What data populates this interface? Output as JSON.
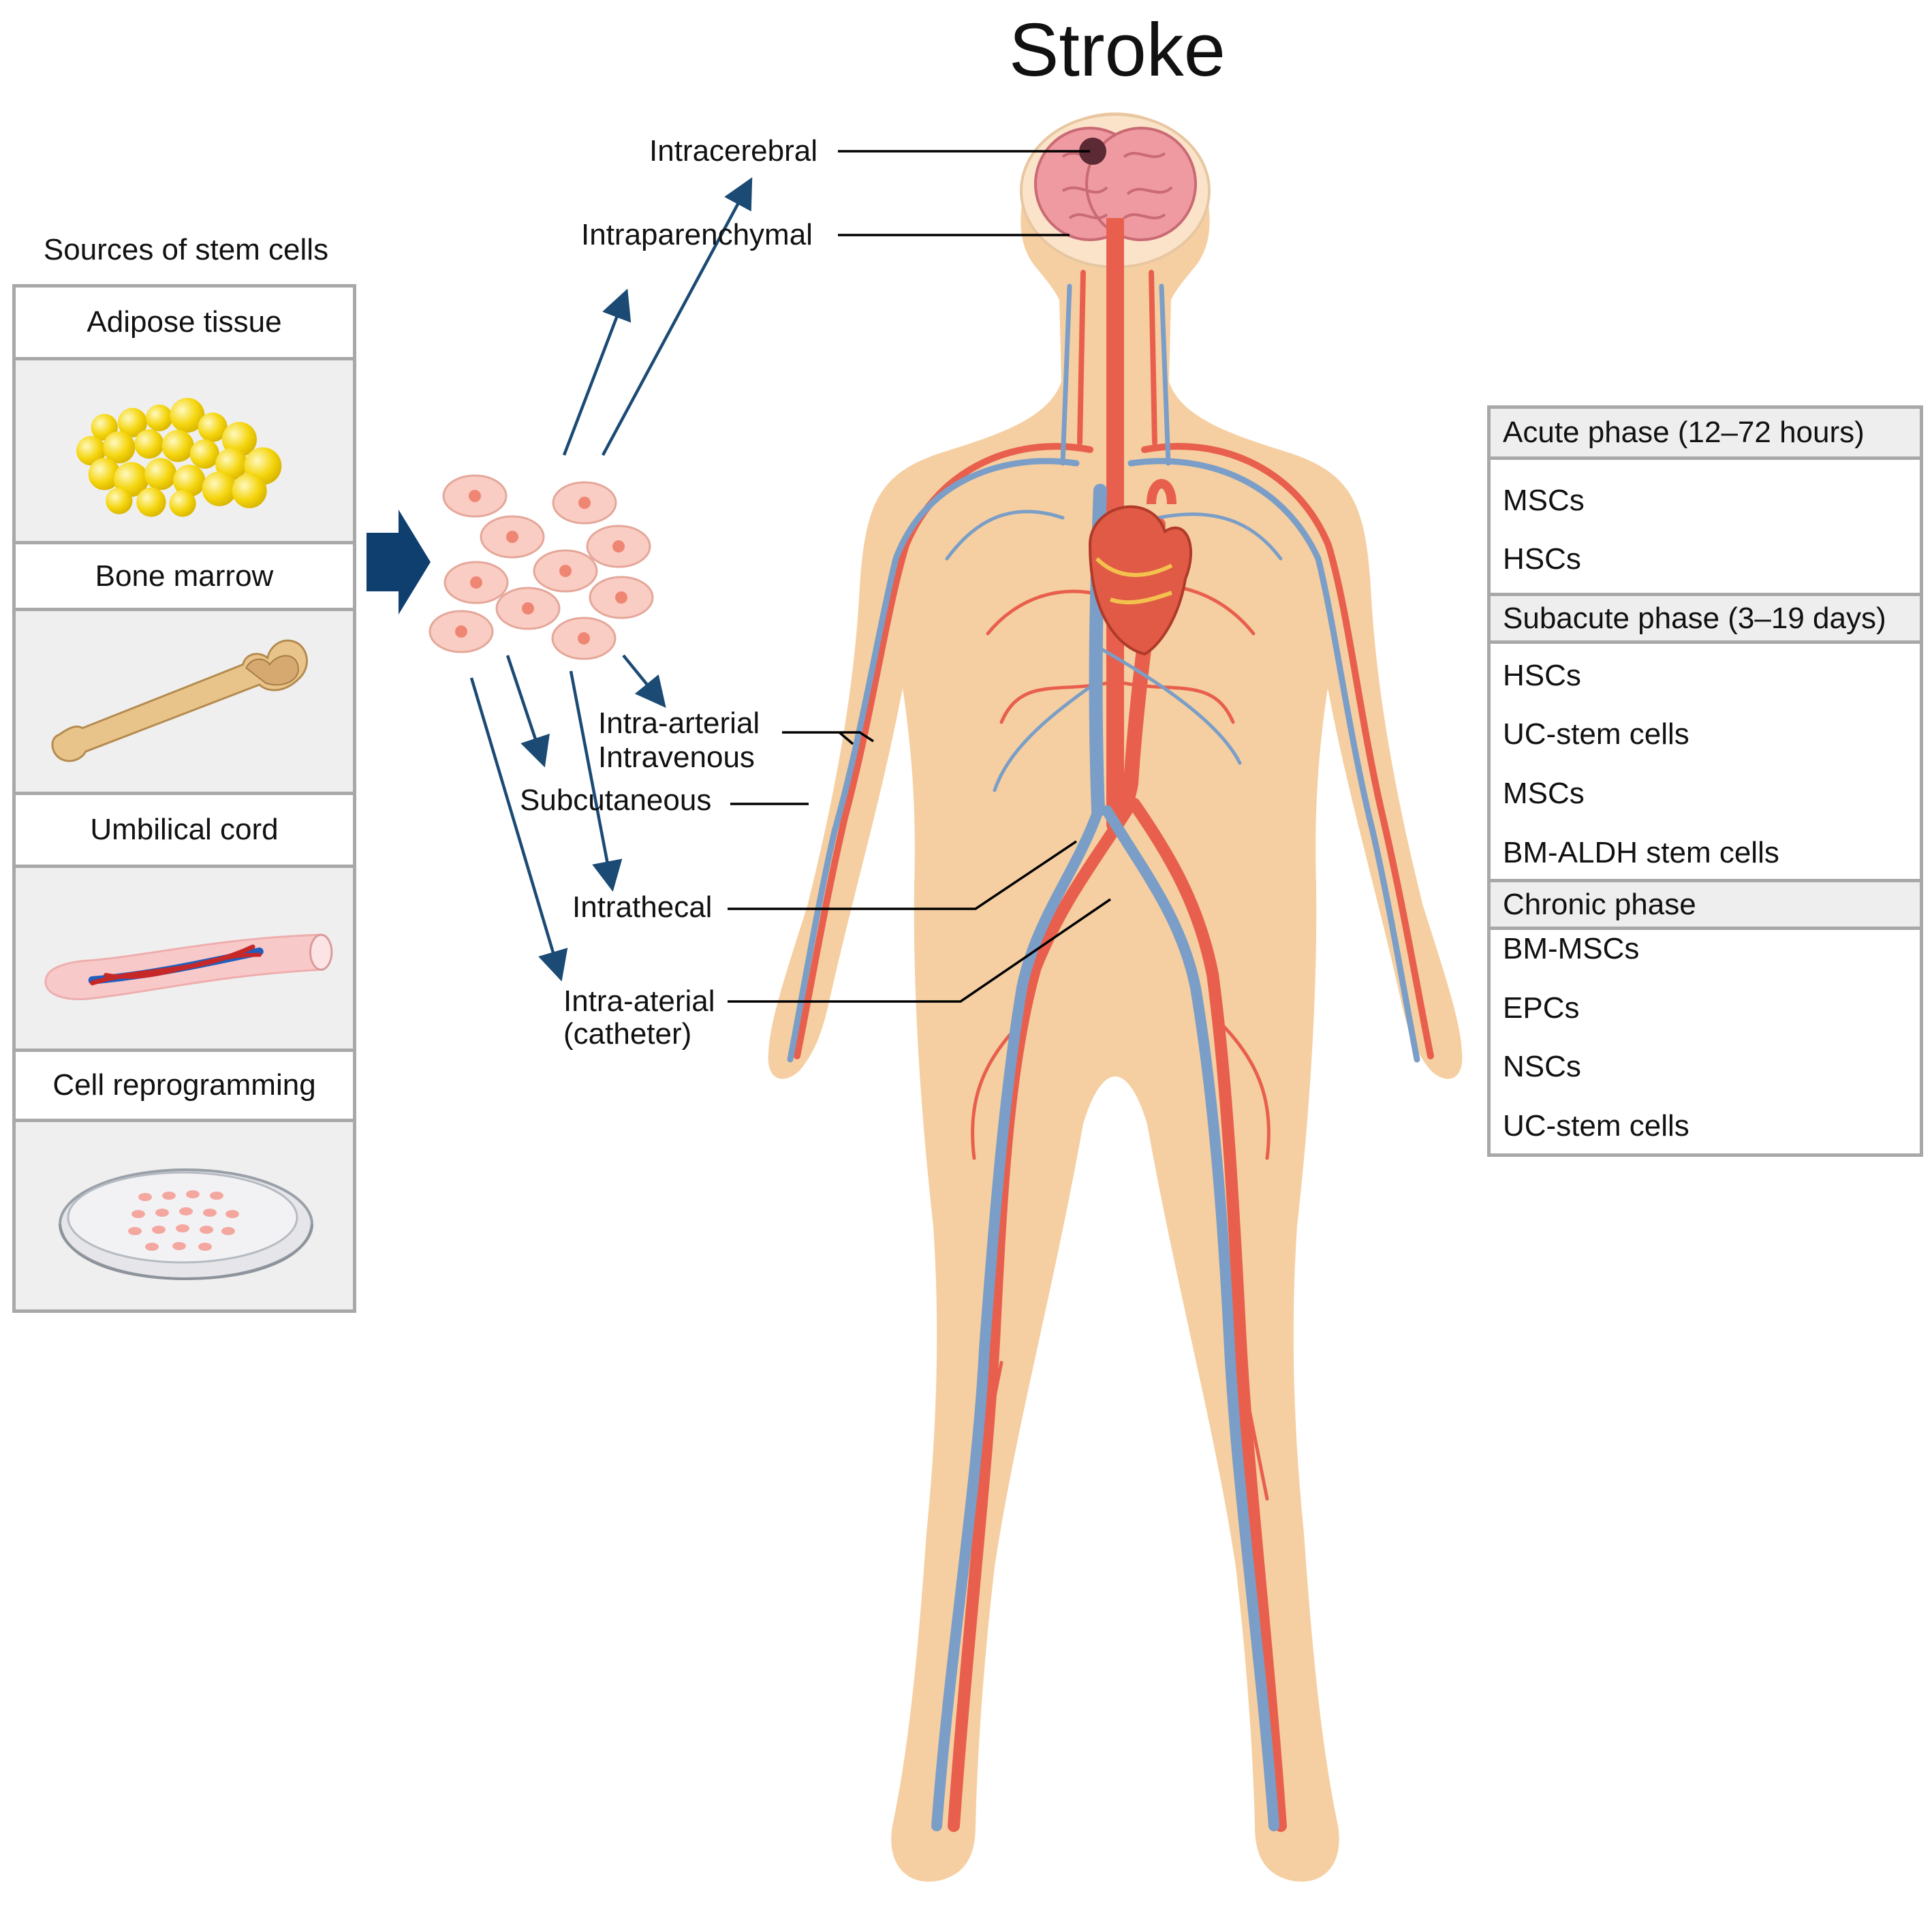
{
  "title": "Stroke",
  "sources": {
    "heading": "Sources of stem cells",
    "items": [
      {
        "label": "Adipose tissue",
        "icon": "adipose-cells-icon"
      },
      {
        "label": "Bone marrow",
        "icon": "bone-icon"
      },
      {
        "label": "Umbilical cord",
        "icon": "umbilical-cord-icon"
      },
      {
        "label": "Cell reprogramming",
        "icon": "petri-dish-icon"
      }
    ]
  },
  "routes": {
    "intracerebral": "Intracerebral",
    "intraparenchymal": "Intraparenchymal",
    "intra_arterial": "Intra-arterial",
    "intravenous": "Intravenous",
    "subcutaneous": "Subcutaneous",
    "intrathecal": "Intrathecal",
    "intra_aterial_catheter_line1": "Intra-aterial",
    "intra_aterial_catheter_line2": "(catheter)"
  },
  "phases": [
    {
      "title": "Acute phase (12–72 hours)",
      "cells": [
        "MSCs",
        "HSCs"
      ]
    },
    {
      "title": "Subacute phase (3–19 days)",
      "cells": [
        "HSCs",
        "UC-stem cells",
        "MSCs",
        "BM-ALDH stem cells"
      ]
    },
    {
      "title": "Chronic phase",
      "cells": [
        "BM-MSCs",
        "EPCs",
        "NSCs",
        "UC-stem cells"
      ]
    }
  ],
  "colors": {
    "skin": "#f5cfa2",
    "artery": "#e8604d",
    "vein": "#7a9ec7",
    "arrow": "#1b4a74",
    "brain": "#ef9aa0",
    "stem_cell": "#f9cdc3",
    "fat": "#f5d60f"
  }
}
